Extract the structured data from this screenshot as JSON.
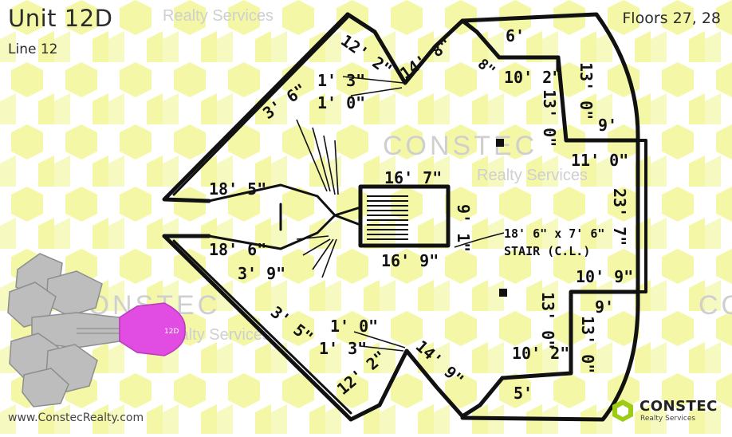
{
  "unit": {
    "title": "Unit 12D",
    "line": "Line 12",
    "floors": "Floors 27, 28"
  },
  "website": "www.ConstecRealty.com",
  "brand": {
    "name": "CONSTEC",
    "tagline": "Realty Services"
  },
  "watermark": {
    "word": "CONSTEC",
    "sub": "Realty Services"
  },
  "keyplan": {
    "unit_tag": "12D",
    "highlight_color": "#e14ce3",
    "building_color": "#bdbdbd"
  },
  "colors": {
    "pattern": "#f4f8a6",
    "plan_line": "#111111",
    "brand_green": "#9ccc14"
  },
  "plan_labels": {
    "top_wall_1": "12' 2\"",
    "top_wall_2": "14' 8\"",
    "top_small": "8\"",
    "top_closet": "6'",
    "top_room_w": "10' 2\"",
    "top_room_d": "13' 0\"",
    "top_room_e": "13' 0\"",
    "top_9": "9'",
    "top_11": "11' 0\"",
    "left_1_3": "1' 3\"",
    "left_1_0": "1' 0\"",
    "left_3_6": "3' 6\"",
    "left_18_5": "18' 5\"",
    "left_18_6": "18' 6\"",
    "left_3_9": "3' 9\"",
    "left_3_5": "3' 5\"",
    "bottom_1_0": "1' 0\"",
    "bottom_1_3": "1' 3\"",
    "bottom_wall_1": "12' 2\"",
    "bottom_wall_2": "14' 9\"",
    "bottom_room_w": "10' 2\"",
    "bottom_room_d": "13' 0\"",
    "bottom_room_e": "13' 0\"",
    "bottom_closet": "5'",
    "bottom_9": "9'",
    "right_10_9": "10' 9\"",
    "right_23_7": "23' 7\"",
    "stair_top": "16' 7\"",
    "stair_bottom": "16' 9\"",
    "stair_side": "9' 1\"",
    "stair_note_1": "18' 6\" x 7' 6\"",
    "stair_note_2": "STAIR (C.L.)"
  }
}
